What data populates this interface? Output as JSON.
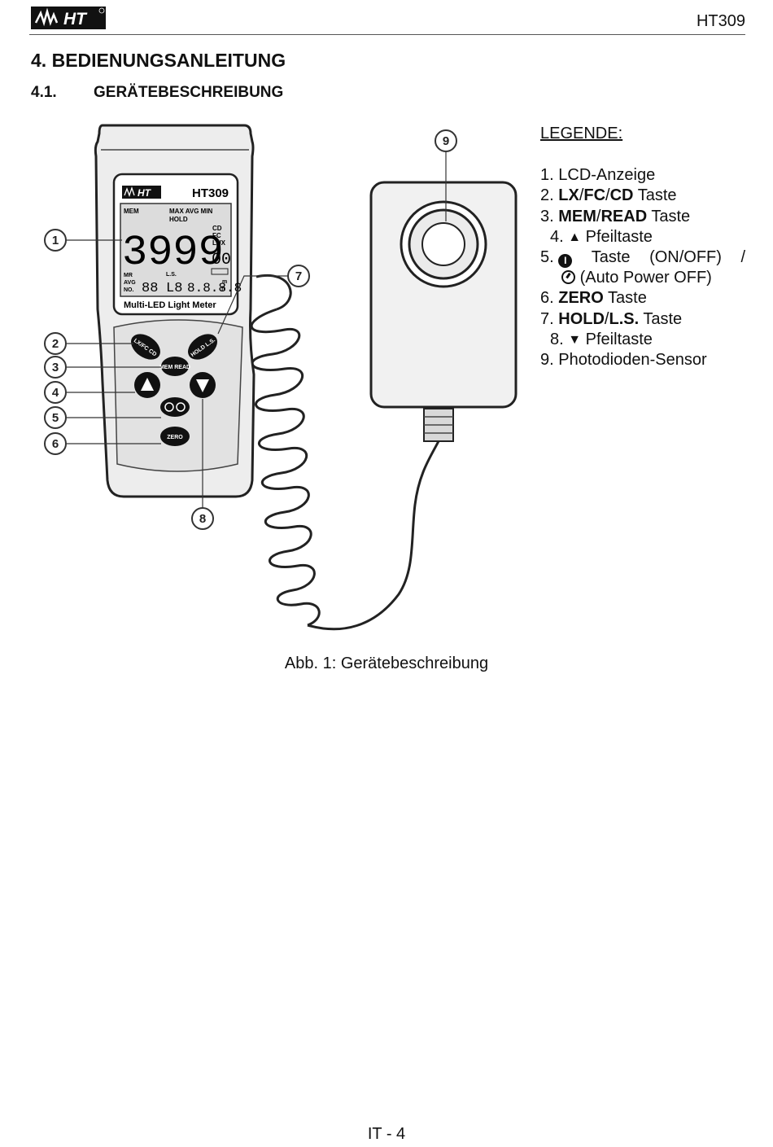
{
  "header": {
    "logo_text": "HT",
    "model": "HT309"
  },
  "section": {
    "number": "4.",
    "title": "BEDIENUNGSANLEITUNG"
  },
  "subsection": {
    "number": "4.1.",
    "title": "GERÄTEBESCHREIBUNG"
  },
  "device": {
    "logo": "HT",
    "model": "HT309",
    "lcd": {
      "mem": "MEM",
      "max_avg_min": "MAX AVG MIN",
      "hold": "HOLD",
      "reading": "3999",
      "units": [
        "CD",
        "FC",
        "LUX"
      ],
      "small_digits": "00",
      "mr": "MR",
      "avg": "AVG",
      "no": "NO.",
      "mem_digits": "88",
      "ls": "L.S.",
      "ls_digits": "L8",
      "dist_digits": "8.8.8.8",
      "unit_m": "m",
      "unit_ft": "ft"
    },
    "name": "Multi-LED Light Meter",
    "buttons": {
      "lxfccd": "LX/FC CD",
      "hold_ls": "HOLD L.S.",
      "mem_read": "MEM READ",
      "zero": "ZERO"
    },
    "callouts": [
      "1",
      "2",
      "3",
      "4",
      "5",
      "6",
      "7",
      "8",
      "9"
    ]
  },
  "legend": {
    "title": "LEGENDE:",
    "items": {
      "i1": {
        "num": "1.",
        "text": "LCD-Anzeige"
      },
      "i2": {
        "num": "2.",
        "b1": "LX",
        "s1": "/",
        "b2": "FC",
        "s2": "/",
        "b3": "CD",
        "text": " Taste"
      },
      "i3": {
        "num": "3.",
        "b1": "MEM",
        "s1": "/",
        "b2": "READ",
        "text": " Taste"
      },
      "i4": {
        "num": "4.",
        "symbol": "▲",
        "text": "Pfeiltaste"
      },
      "i5": {
        "num": "5.",
        "text": "Taste",
        "paren": "(ON/OFF)",
        "slash": "/",
        "cont": "(Auto Power OFF)"
      },
      "i6": {
        "num": "6.",
        "b1": "ZERO",
        "text": " Taste"
      },
      "i7": {
        "num": "7.",
        "b1": "HOLD",
        "s1": "/",
        "b2": "L.S.",
        "text": " Taste"
      },
      "i8": {
        "num": "8.",
        "symbol": "▼",
        "text": "Pfeiltaste"
      },
      "i9": {
        "num": "9.",
        "text": "Photodioden-Sensor"
      }
    }
  },
  "caption": "Abb. 1: Gerätebeschreibung",
  "page_number": "IT - 4"
}
